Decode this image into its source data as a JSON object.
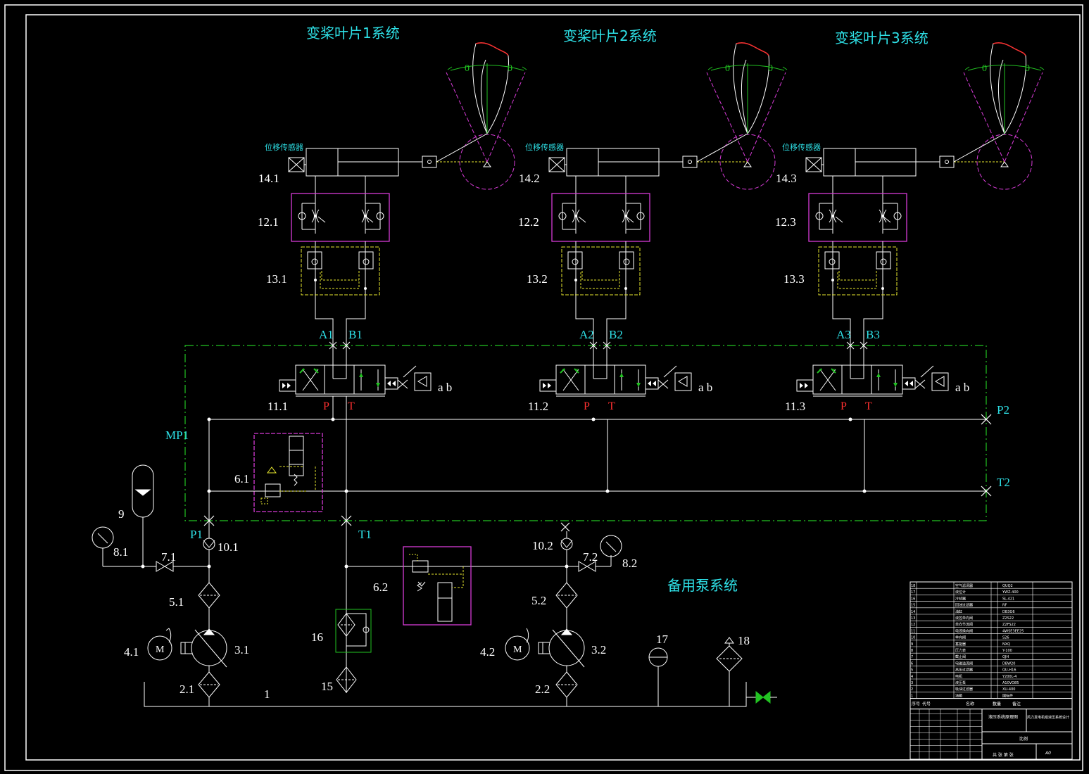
{
  "titles": {
    "system1": "变桨叶片1系统",
    "system2": "变桨叶片2系统",
    "system3": "变桨叶片3系统",
    "backup": "备用泵系统"
  },
  "sensor_label": "位移传感器",
  "blade_angle_label": "0",
  "channels": [
    {
      "cyl": "14.1",
      "throttle": "12.1",
      "check": "13.1",
      "valve": "11.1",
      "a": "A1",
      "b": "B1"
    },
    {
      "cyl": "14.2",
      "throttle": "12.2",
      "check": "13.2",
      "valve": "11.2",
      "a": "A2",
      "b": "B2"
    },
    {
      "cyl": "14.3",
      "throttle": "12.3",
      "check": "13.3",
      "valve": "11.3",
      "a": "A3",
      "b": "B3"
    }
  ],
  "port_labels": {
    "p": "P",
    "t": "T",
    "ab": "a b",
    "p2": "P2",
    "t2": "T2",
    "mp1": "MP1",
    "p1": "P1",
    "t1": "T1"
  },
  "component_labels": {
    "relief1": "6.1",
    "relief2": "6.2",
    "accumulator": "9",
    "gauge1": "8.1",
    "gauge2": "8.2",
    "stop1": "7.1",
    "stop2": "7.2",
    "check1": "10.1",
    "check2": "10.2",
    "filter1": "5.1",
    "filter2": "5.2",
    "motor1": "4.1",
    "motor2": "4.2",
    "pump1": "3.1",
    "pump2": "3.2",
    "suction1": "2.1",
    "suction2": "2.2",
    "tank": "1",
    "cooler": "16",
    "return_filter": "15",
    "thermometer": "17",
    "air_filter": "18",
    "motor_symbol": "M"
  },
  "title_block": {
    "parts": [
      {
        "no": "18",
        "name": "空气滤清器",
        "code": "QUQ2"
      },
      {
        "no": "17",
        "name": "液位计",
        "code": "YWZ-400"
      },
      {
        "no": "16",
        "name": "冷却器",
        "code": "SL-421"
      },
      {
        "no": "15",
        "name": "回油过滤器",
        "code": "RF"
      },
      {
        "no": "14",
        "name": "油缸",
        "code": "DB3G6"
      },
      {
        "no": "13",
        "name": "液控单向阀",
        "code": "Z2S22"
      },
      {
        "no": "12",
        "name": "单向节流阀",
        "code": "Z2FS22"
      },
      {
        "no": "11",
        "name": "电液换向阀",
        "code": "4WSE3EE25"
      },
      {
        "no": "10",
        "name": "单向阀",
        "code": "S26"
      },
      {
        "no": "9",
        "name": "蓄能器",
        "code": "NXQ"
      },
      {
        "no": "8",
        "name": "压力表",
        "code": "Y-100"
      },
      {
        "no": "7",
        "name": "截止阀",
        "code": "QJH"
      },
      {
        "no": "6",
        "name": "电磁溢流阀",
        "code": "DBW20"
      },
      {
        "no": "5",
        "name": "高压过滤器",
        "code": "QU-H16"
      },
      {
        "no": "4",
        "name": "电机",
        "code": "Y200L-4"
      },
      {
        "no": "3",
        "name": "液压泵",
        "code": "A10VO85"
      },
      {
        "no": "2",
        "name": "吸油过滤器",
        "code": "XU-400"
      },
      {
        "no": "1",
        "name": "油箱",
        "code": "国标件"
      }
    ],
    "drawing_name": "液压系统原理图",
    "project": "风力发电机组液压系统设计",
    "scale_label": "比例",
    "sheet_size": "A0",
    "sheet_text": "共 张 第 张",
    "header_no": "序号",
    "header_code": "代号",
    "header_name": "名称",
    "header_qty": "数量",
    "header_note": "备注"
  },
  "colors": {
    "line": "#ffffff",
    "cyan": "#2ee0e6",
    "magenta": "#d63bd6",
    "yellow": "#e6e62e",
    "green": "#22c322",
    "red": "#ff3030"
  }
}
